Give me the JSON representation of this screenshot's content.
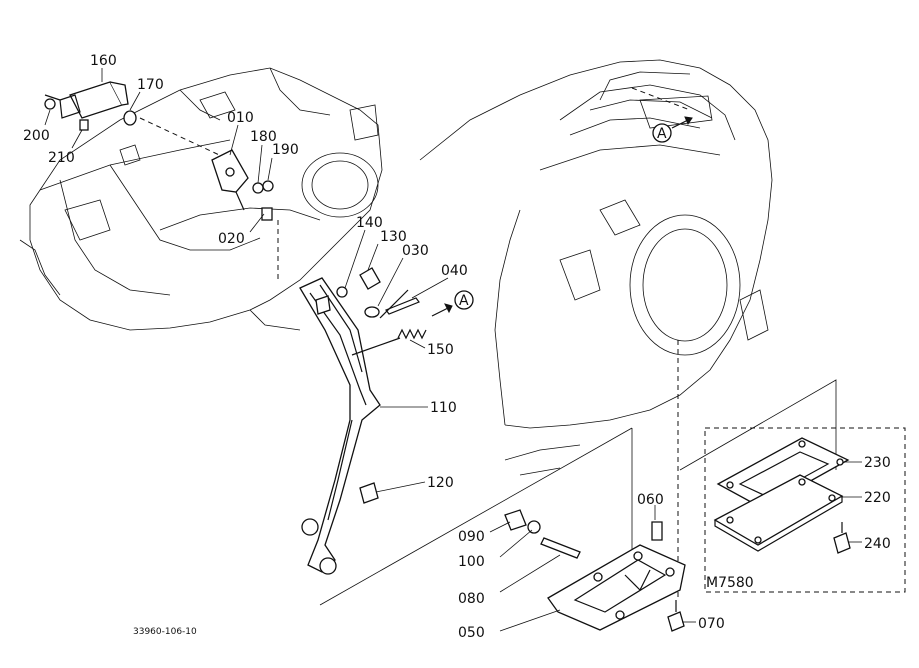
{
  "labels": {
    "p160": "160",
    "p170": "170",
    "p200": "200",
    "p210": "210",
    "p010": "010",
    "p180": "180",
    "p190": "190",
    "p020": "020",
    "p140": "140",
    "p130": "130",
    "p030": "030",
    "p040": "040",
    "p150": "150",
    "p110": "110",
    "p120": "120",
    "p060": "060",
    "p090": "090",
    "p100": "100",
    "p080": "080",
    "p050": "050",
    "p070": "070",
    "p230": "230",
    "p220": "220",
    "p240": "240",
    "marker_a1": "A",
    "marker_a2": "A",
    "variant": "M7580",
    "drawing_no": "33960-106-10"
  }
}
